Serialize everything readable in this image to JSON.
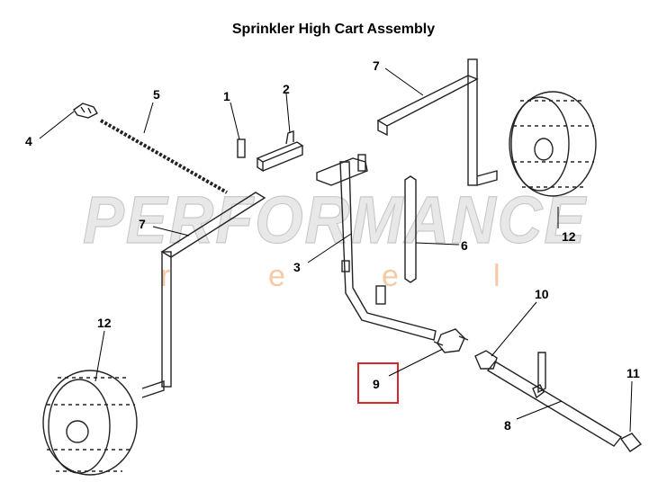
{
  "title": "Sprinkler High Cart Assembly",
  "watermark": {
    "main": "PERFORMANCE",
    "sub_letters": [
      "r",
      "e",
      "e",
      "l"
    ],
    "sub_color": "#f4b890"
  },
  "highlight": {
    "part": "9",
    "color": "#d9262c"
  },
  "callouts": [
    "1",
    "2",
    "3",
    "4",
    "5",
    "6",
    "7",
    "7",
    "8",
    "9",
    "10",
    "11",
    "12",
    "12"
  ]
}
